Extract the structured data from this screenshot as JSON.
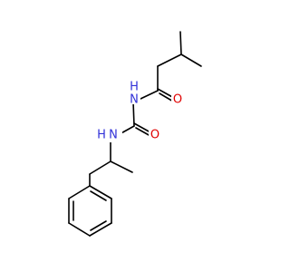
{
  "molecule": {
    "labels": {
      "amide_o": "O",
      "imide_n": "N",
      "imide_h": "H",
      "urea_o": "O",
      "amine_n": "N",
      "amine_h": "H"
    },
    "colors": {
      "bond": "#000000",
      "nitrogen": "#3030d8",
      "oxygen": "#e00000"
    }
  }
}
